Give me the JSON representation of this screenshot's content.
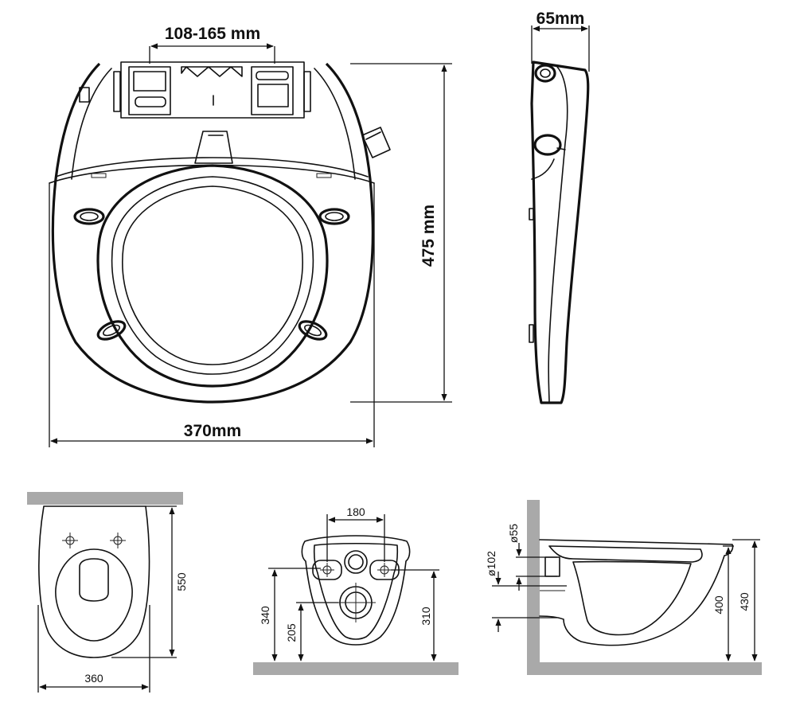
{
  "seat": {
    "hinge_range_label": "108-165 mm",
    "depth_label": "65mm",
    "length_label": "475 mm",
    "width_label": "370mm"
  },
  "bowl_top": {
    "length_label": "550",
    "width_label": "360"
  },
  "bowl_back": {
    "bolt_spacing_label": "180",
    "height_left_label": "340",
    "inlet_height_label": "205",
    "height_right_label": "310"
  },
  "bowl_side": {
    "inlet_diameter_label": "ø55",
    "outlet_diameter_label": "ø102",
    "rim_height_label": "400",
    "total_height_label": "430"
  }
}
